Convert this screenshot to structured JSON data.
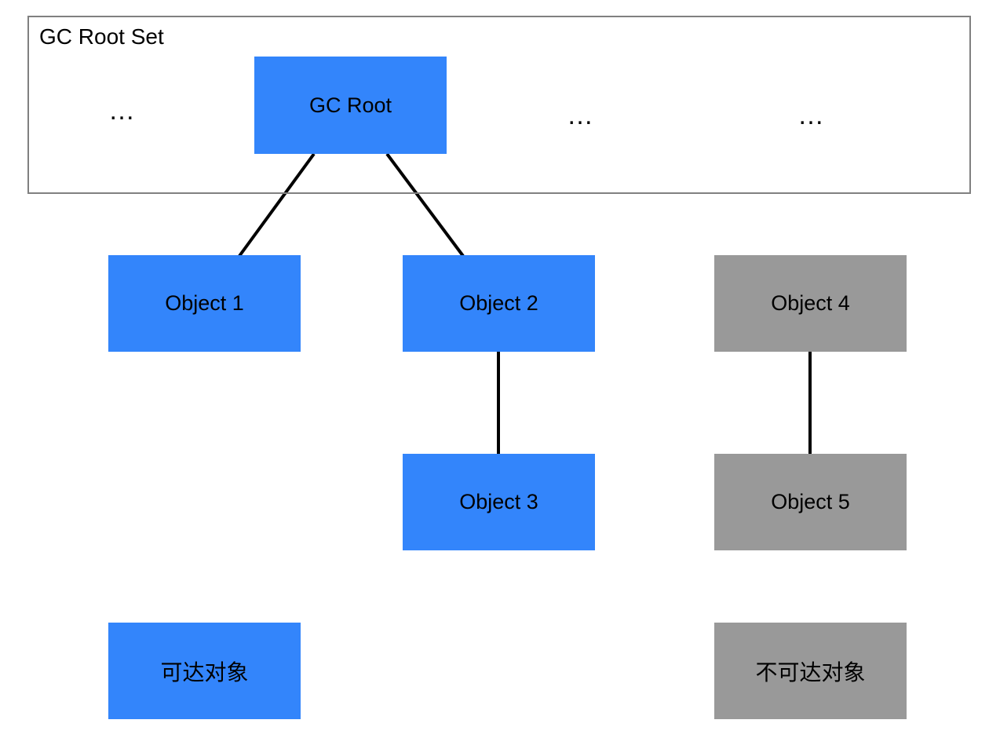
{
  "diagram": {
    "title_group": "GC Root Set",
    "background": "#ffffff",
    "colors": {
      "reachable": "#3385fb",
      "unreachable": "#999999",
      "edge": "#000000",
      "group_border": "#808080",
      "text": "#000000"
    },
    "ellipses": [
      {
        "name": "ellipsis-left",
        "text": "…"
      },
      {
        "name": "ellipsis-middle",
        "text": "…"
      },
      {
        "name": "ellipsis-right",
        "text": "…"
      }
    ],
    "nodes": [
      {
        "id": "gc-root",
        "label": "GC Root",
        "state": "reachable"
      },
      {
        "id": "object-1",
        "label": "Object 1",
        "state": "reachable"
      },
      {
        "id": "object-2",
        "label": "Object 2",
        "state": "reachable"
      },
      {
        "id": "object-3",
        "label": "Object 3",
        "state": "reachable"
      },
      {
        "id": "object-4",
        "label": "Object 4",
        "state": "unreachable"
      },
      {
        "id": "object-5",
        "label": "Object 5",
        "state": "unreachable"
      }
    ],
    "edges": [
      {
        "from": "gc-root",
        "to": "object-1"
      },
      {
        "from": "gc-root",
        "to": "object-2"
      },
      {
        "from": "object-2",
        "to": "object-3"
      },
      {
        "from": "object-4",
        "to": "object-5"
      }
    ],
    "legend": [
      {
        "id": "legend-reachable",
        "label": "可达对象",
        "state": "reachable"
      },
      {
        "id": "legend-unreachable",
        "label": "不可达对象",
        "state": "unreachable"
      }
    ]
  }
}
